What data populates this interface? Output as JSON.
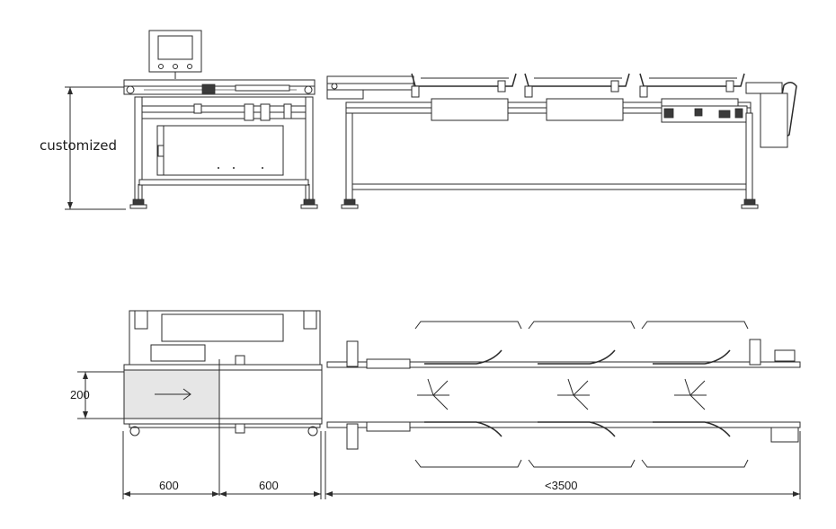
{
  "dimensions": {
    "height_label": "customized",
    "width_label": "200",
    "section1_label": "600",
    "section2_label": "600",
    "total_label": "<3500"
  }
}
